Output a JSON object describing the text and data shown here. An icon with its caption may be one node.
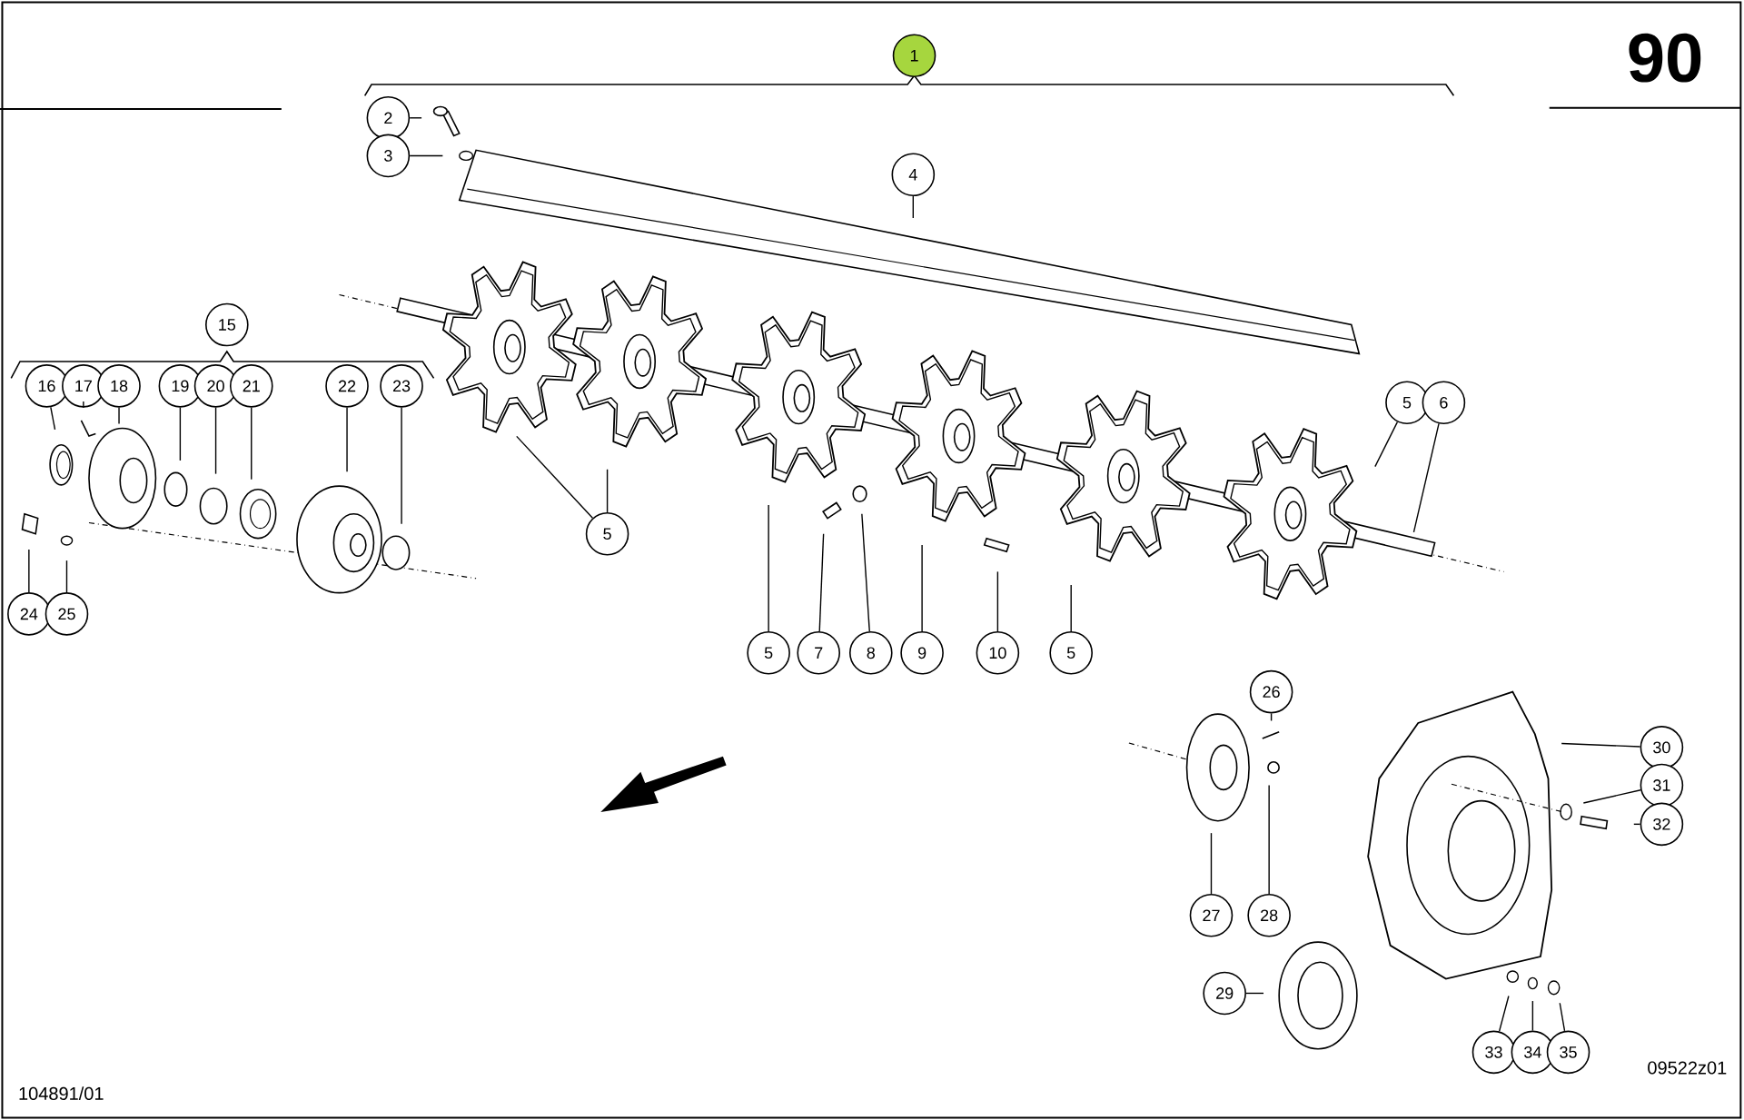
{
  "diagram": {
    "nodes": [
      {
        "text": [
          "1"
        ]
      },
      {
        "text": [
          "2"
        ]
      },
      {
        "text": [
          "3"
        ]
      },
      {
        "text": [
          "4"
        ]
      },
      {
        "text": [
          "15"
        ]
      },
      {
        "text": [
          "16"
        ]
      },
      {
        "text": [
          "17"
        ]
      },
      {
        "text": [
          "18"
        ]
      },
      {
        "text": [
          "19"
        ]
      },
      {
        "text": [
          "20"
        ]
      },
      {
        "text": [
          "21"
        ]
      },
      {
        "text": [
          "22"
        ]
      },
      {
        "text": [
          "23"
        ]
      },
      {
        "text": [
          "5"
        ]
      },
      {
        "text": [
          "6"
        ]
      },
      {
        "text": [
          "5"
        ]
      },
      {
        "text": [
          "24"
        ]
      },
      {
        "text": [
          "25"
        ]
      },
      {
        "text": [
          "5"
        ]
      },
      {
        "text": [
          "7"
        ]
      },
      {
        "text": [
          "8"
        ]
      },
      {
        "text": [
          "9"
        ]
      },
      {
        "text": [
          "10"
        ]
      },
      {
        "text": [
          "5"
        ]
      },
      {
        "text": [
          "26"
        ]
      },
      {
        "text": [
          "30"
        ]
      },
      {
        "text": [
          "31"
        ]
      },
      {
        "text": [
          "32"
        ]
      },
      {
        "text": [
          "27"
        ]
      },
      {
        "text": [
          "28"
        ]
      },
      {
        "text": [
          "29"
        ]
      },
      {
        "text": [
          "33"
        ]
      },
      {
        "text": [
          "34"
        ]
      },
      {
        "text": [
          "35"
        ]
      }
    ],
    "edges": [
      {
        "from": 1,
        "to": null,
        "arrow": "none"
      },
      {
        "from": 2,
        "to": null,
        "arrow": "none"
      },
      {
        "from": 3,
        "to": null,
        "arrow": "none"
      },
      {
        "from": 5,
        "to": null,
        "arrow": "none"
      },
      {
        "from": 6,
        "to": null,
        "arrow": "none"
      },
      {
        "from": 7,
        "to": null,
        "arrow": "none"
      },
      {
        "from": 8,
        "to": null,
        "arrow": "none"
      },
      {
        "from": 9,
        "to": null,
        "arrow": "none"
      },
      {
        "from": 10,
        "to": null,
        "arrow": "none"
      },
      {
        "from": 11,
        "to": null,
        "arrow": "none"
      },
      {
        "from": 12,
        "to": null,
        "arrow": "none"
      },
      {
        "from": 13,
        "to": null,
        "arrow": "none"
      },
      {
        "from": 14,
        "to": null,
        "arrow": "none"
      },
      {
        "from": 15,
        "to": null,
        "arrow": "none"
      },
      {
        "from": 15,
        "to": null,
        "arrow": "none"
      },
      {
        "from": 16,
        "to": null,
        "arrow": "none"
      },
      {
        "from": 17,
        "to": null,
        "arrow": "none"
      },
      {
        "from": 18,
        "to": null,
        "arrow": "none"
      },
      {
        "from": 19,
        "to": null,
        "arrow": "none"
      },
      {
        "from": 20,
        "to": null,
        "arrow": "none"
      },
      {
        "from": 21,
        "to": null,
        "arrow": "none"
      },
      {
        "from": 22,
        "to": null,
        "arrow": "none"
      },
      {
        "from": 23,
        "to": null,
        "arrow": "none"
      },
      {
        "from": 24,
        "to": null,
        "arrow": "none"
      },
      {
        "from": 25,
        "to": null,
        "arrow": "none"
      },
      {
        "from": 26,
        "to": null,
        "arrow": "none"
      },
      {
        "from": 27,
        "to": null,
        "arrow": "none"
      },
      {
        "from": 28,
        "to": null,
        "arrow": "none"
      },
      {
        "from": 29,
        "to": null,
        "arrow": "none"
      },
      {
        "from": 30,
        "to": null,
        "arrow": "none"
      },
      {
        "from": 31,
        "to": null,
        "arrow": "none"
      },
      {
        "from": 32,
        "to": null,
        "arrow": "none"
      },
      {
        "from": 33,
        "to": null,
        "arrow": "none"
      }
    ],
    "labels": [
      "90",
      "09522z01",
      "104891/01"
    ]
  }
}
